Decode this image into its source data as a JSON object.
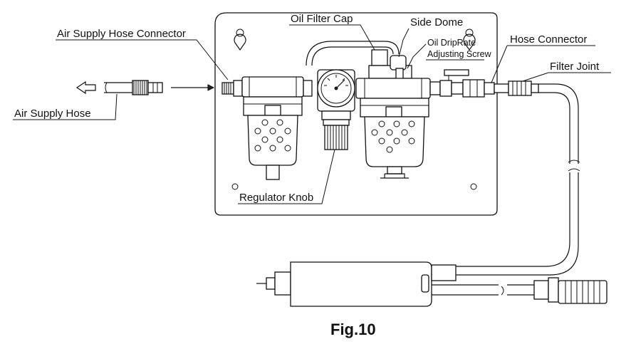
{
  "labels": {
    "air_supply_hose_connector": "Air Supply Hose Connector",
    "air_supply_hose": "Air Supply Hose",
    "oil_filter_cap": "Oil Filter Cap",
    "side_dome": "Side Dome",
    "oil_drip_rate_line1": "Oil DripRate",
    "oil_drip_rate_line2": "Adjusting Screw",
    "hose_connector": "Hose Connector",
    "filter_joint": "Filter Joint",
    "regulator_knob": "Regulator Knob"
  },
  "caption": "Fig.10"
}
